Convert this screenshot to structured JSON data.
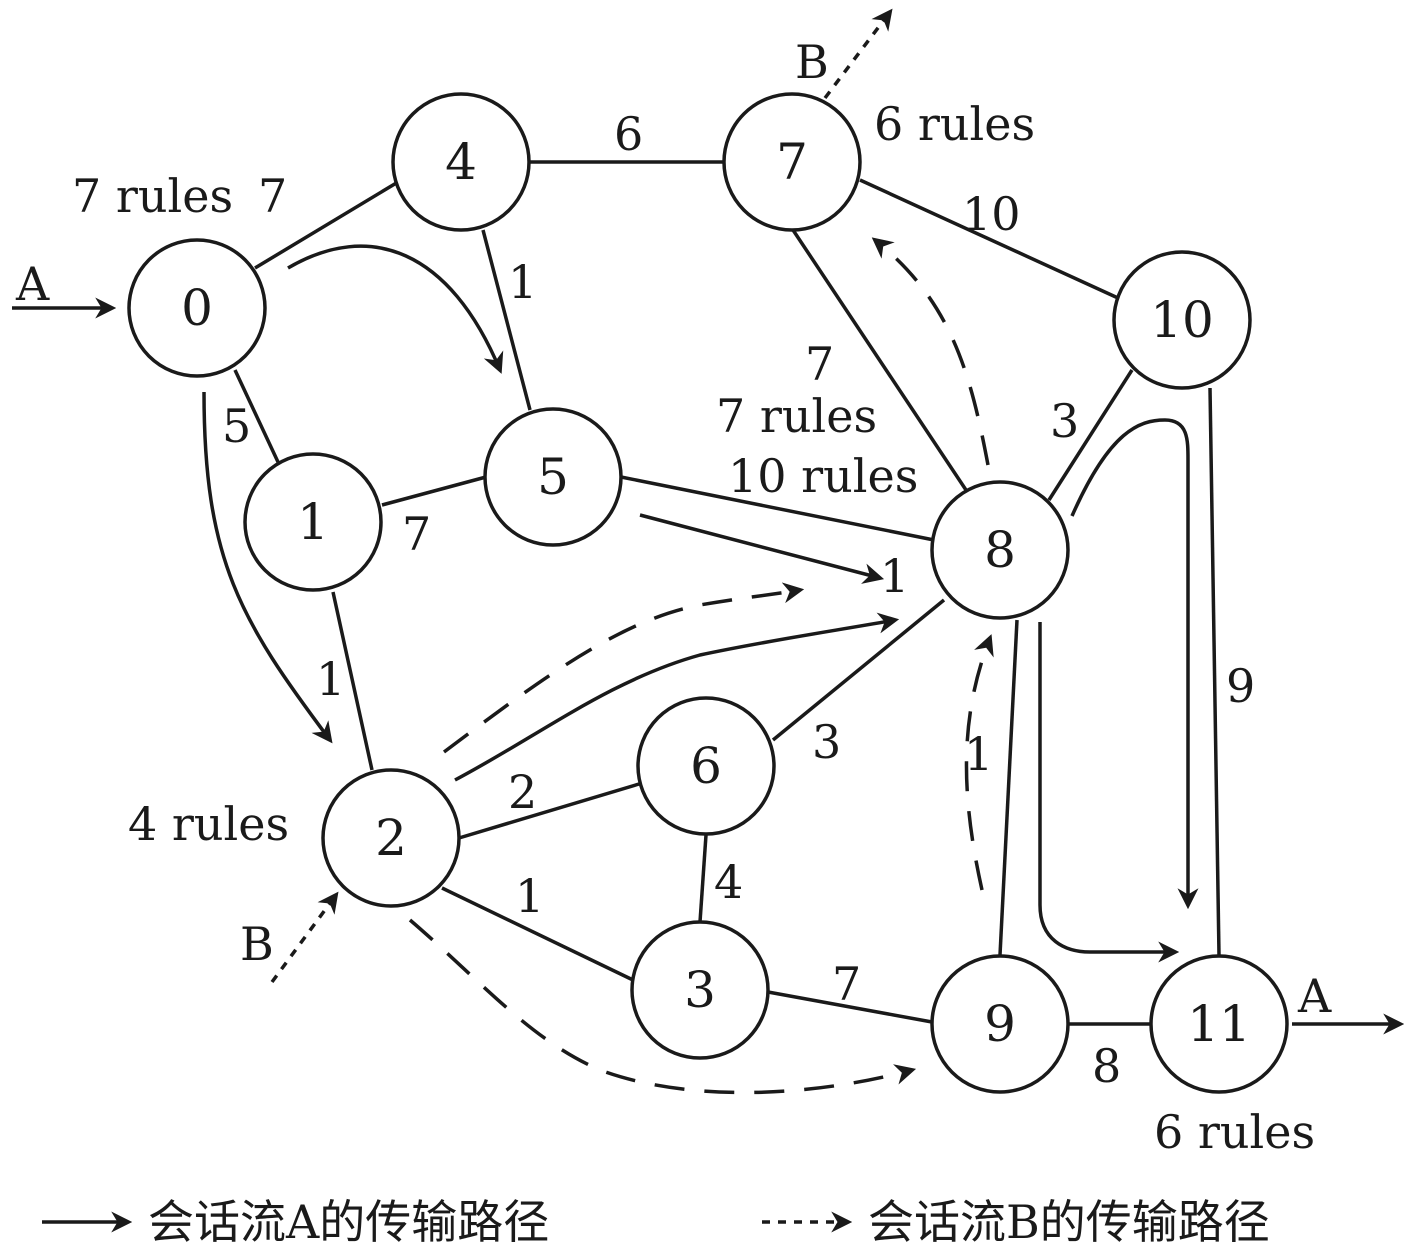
{
  "nodes": [
    {
      "id": "0",
      "label": "0"
    },
    {
      "id": "1",
      "label": "1"
    },
    {
      "id": "2",
      "label": "2"
    },
    {
      "id": "3",
      "label": "3"
    },
    {
      "id": "4",
      "label": "4"
    },
    {
      "id": "5",
      "label": "5"
    },
    {
      "id": "6",
      "label": "6"
    },
    {
      "id": "7",
      "label": "7"
    },
    {
      "id": "8",
      "label": "8"
    },
    {
      "id": "9",
      "label": "9"
    },
    {
      "id": "10",
      "label": "10"
    },
    {
      "id": "11",
      "label": "11"
    }
  ],
  "edges": [
    {
      "from": "0",
      "to": "4",
      "weight": "7"
    },
    {
      "from": "0",
      "to": "1",
      "weight": "5"
    },
    {
      "from": "4",
      "to": "7",
      "weight": "6"
    },
    {
      "from": "4",
      "to": "5",
      "weight": "1"
    },
    {
      "from": "1",
      "to": "5",
      "weight": "7"
    },
    {
      "from": "1",
      "to": "2",
      "weight": "1"
    },
    {
      "from": "5",
      "to": "8",
      "weight": "1"
    },
    {
      "from": "7",
      "to": "8",
      "weight": "7"
    },
    {
      "from": "7",
      "to": "10",
      "weight": "10"
    },
    {
      "from": "10",
      "to": "8",
      "weight": "3"
    },
    {
      "from": "10",
      "to": "11",
      "weight": "9"
    },
    {
      "from": "2",
      "to": "6",
      "weight": "2"
    },
    {
      "from": "2",
      "to": "3",
      "weight": "1"
    },
    {
      "from": "6",
      "to": "8",
      "weight": "3"
    },
    {
      "from": "6",
      "to": "3",
      "weight": "4"
    },
    {
      "from": "3",
      "to": "9",
      "weight": "7"
    },
    {
      "from": "8",
      "to": "9",
      "weight": "1"
    },
    {
      "from": "9",
      "to": "11",
      "weight": "8"
    }
  ],
  "rule_labels": {
    "node0": "7 rules",
    "node2": "4 rules",
    "node7": "6 rules",
    "node8_a": "7 rules",
    "node8_b": "10 rules",
    "node11": "6 rules"
  },
  "flow_labels": {
    "a_in": "A",
    "a_out": "A",
    "b_in": "B",
    "b_out": "B"
  },
  "legend": {
    "solid_label": "会话流A的传输路径",
    "dashed_label": "会话流B的传输路径"
  }
}
